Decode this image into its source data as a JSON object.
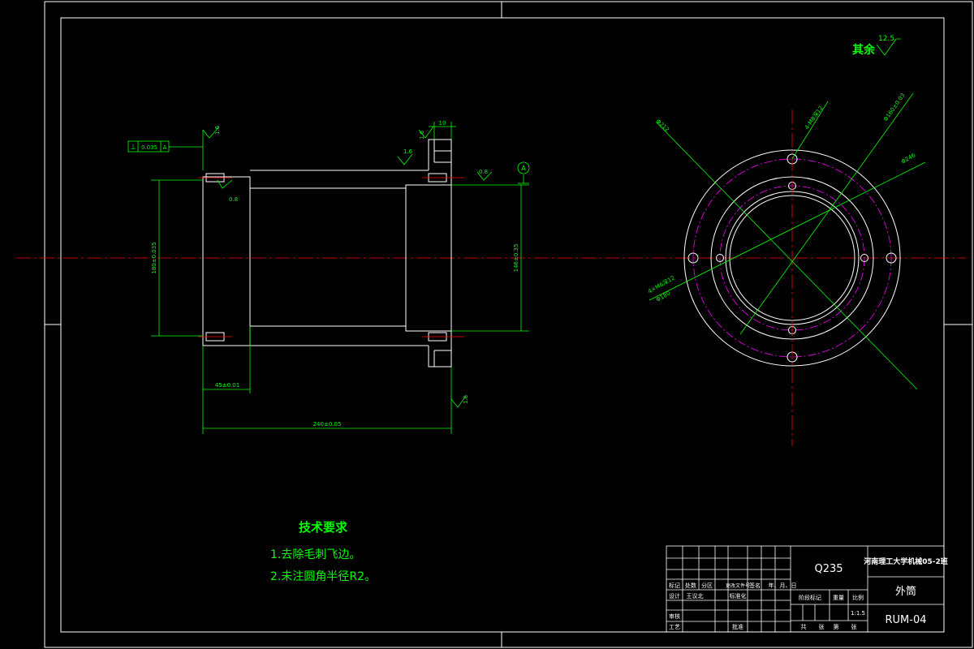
{
  "colors": {
    "background": "#000000",
    "outline": "#ffffff",
    "dimension": "#00ff00",
    "centerline": "#ff0000",
    "hidden": "#ff00ff",
    "note": "#00ff00"
  },
  "roughness": {
    "other_label": "其余",
    "other_value": "12.5",
    "top_left": "1.6",
    "top_right": "1.6",
    "step": "1.6",
    "mid_right": "0.8",
    "hole_left": "0.8",
    "bottom_right": "1.6"
  },
  "tolerance_frame": {
    "symbol": "⊥",
    "value": "0.035",
    "datum": "A"
  },
  "datum_label": "A",
  "dimensions": {
    "height_left": "180±0.035",
    "height_right": "146±0.35",
    "length_short": "45±0.01",
    "length_total": "240±0.05",
    "flange_width": "10"
  },
  "circle_labels": {
    "r1": "Φ212",
    "r2": "4-M8深12",
    "r3": "Φ246",
    "r4": "Φ160±0.03",
    "r5": "4×M6深12",
    "r6": "Φ180"
  },
  "notes": {
    "title": "技术要求",
    "items": [
      "1.去除毛刺飞边。",
      "2.未注圆角半径R2。"
    ]
  },
  "title_block": {
    "material": "Q235",
    "school": "河南理工大学机械05-2班",
    "part_name": "外筒",
    "drawing_no": "RUM-04",
    "scale": "1:1.5",
    "headers": [
      "标记",
      "处数",
      "分区",
      "更改文件号",
      "签名",
      "年、月、日"
    ],
    "row_design": [
      "设计",
      "王议北",
      "",
      "标准化"
    ],
    "row_check": "审核",
    "row_process": "工艺",
    "approve": "批准",
    "stage_label": "阶段标记",
    "weight_label": "重量",
    "scale_label": "比例",
    "sheet_total": "共",
    "sheet_label": "张",
    "sheet_no": "第",
    "sheet_unit": "张"
  }
}
